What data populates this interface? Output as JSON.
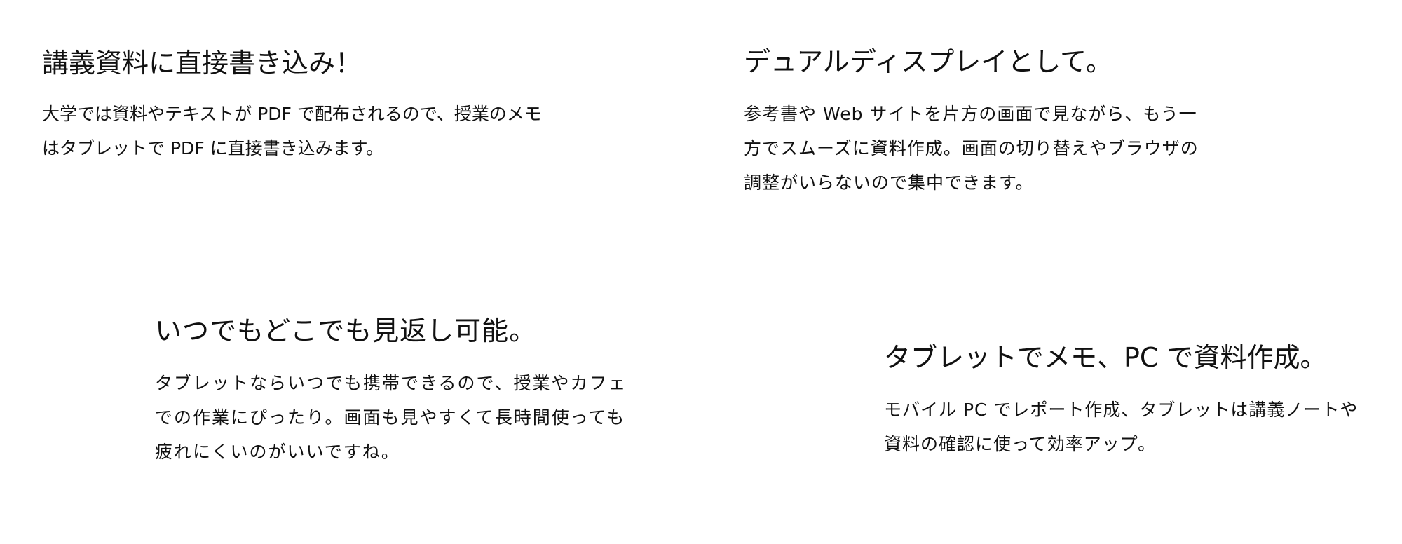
{
  "features": [
    {
      "title": "講義資料に直接書き込み！",
      "body": "大学では資料やテキストが PDF で配布されるので、授業のメモはタブレットで PDF に直接書き込みます。"
    },
    {
      "title": "デュアルディスプレイとして。",
      "body": "参考書や Web サイトを片方の画面で見ながら、もう一方でスムーズに資料作成。画面の切り替えやブラウザの調整がいらないので集中できます。"
    },
    {
      "title": "いつでもどこでも見返し可能。",
      "body": "タブレットならいつでも携帯できるので、授業やカフェでの作業にぴったり。画面も見やすくて長時間使っても疲れにくいのがいいですね。"
    },
    {
      "title": "タブレットでメモ、PC で資料作成。",
      "body": "モバイル PC でレポート作成、タブレットは講義ノートや資料の確認に使って効率アップ。"
    }
  ]
}
